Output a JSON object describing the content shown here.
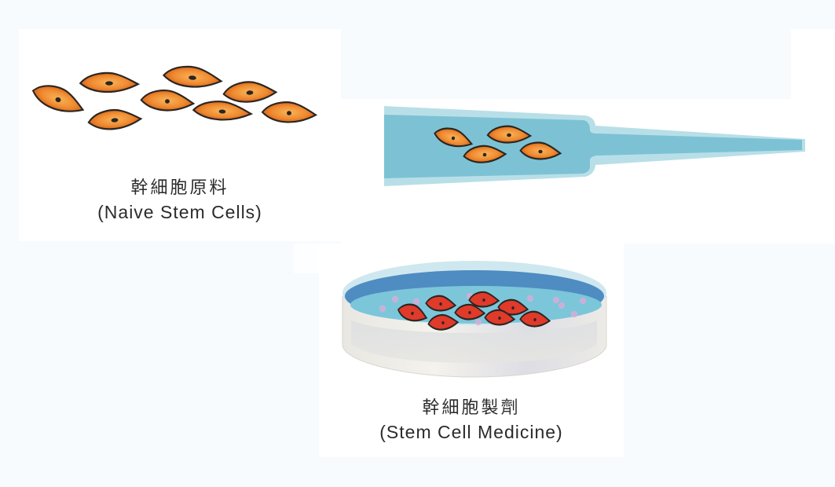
{
  "figure": {
    "title": "Stem cell processing diagram",
    "stages": [
      {
        "id": "naive",
        "label_zh": "幹細胞原料",
        "label_en": "(Naive Stem Cells)",
        "cell_count": 8
      },
      {
        "id": "pipette",
        "label_zh": "",
        "label_en": "",
        "cell_count": 4
      },
      {
        "id": "medicine",
        "label_zh": "幹細胞製劑",
        "label_en": "(Stem Cell Medicine)",
        "cell_count": 8
      }
    ]
  },
  "colors": {
    "background": "#f7fbfe",
    "panel": "#ffffff",
    "cell_orange_center": "#f6a44a",
    "cell_orange_edge": "#d9631a",
    "cell_outline": "#2a2622",
    "cell_red": "#e03a2a",
    "pipette_liquid": "#7cc2d4",
    "pipette_wall": "#b8dfe8",
    "dish_liquid": "#7cc6da",
    "dish_rim_liquid": "#4e8cc2",
    "dish_wall": "#e8e6e3",
    "particle": "#d7a9d3",
    "label_text": "#2b2b2b"
  }
}
